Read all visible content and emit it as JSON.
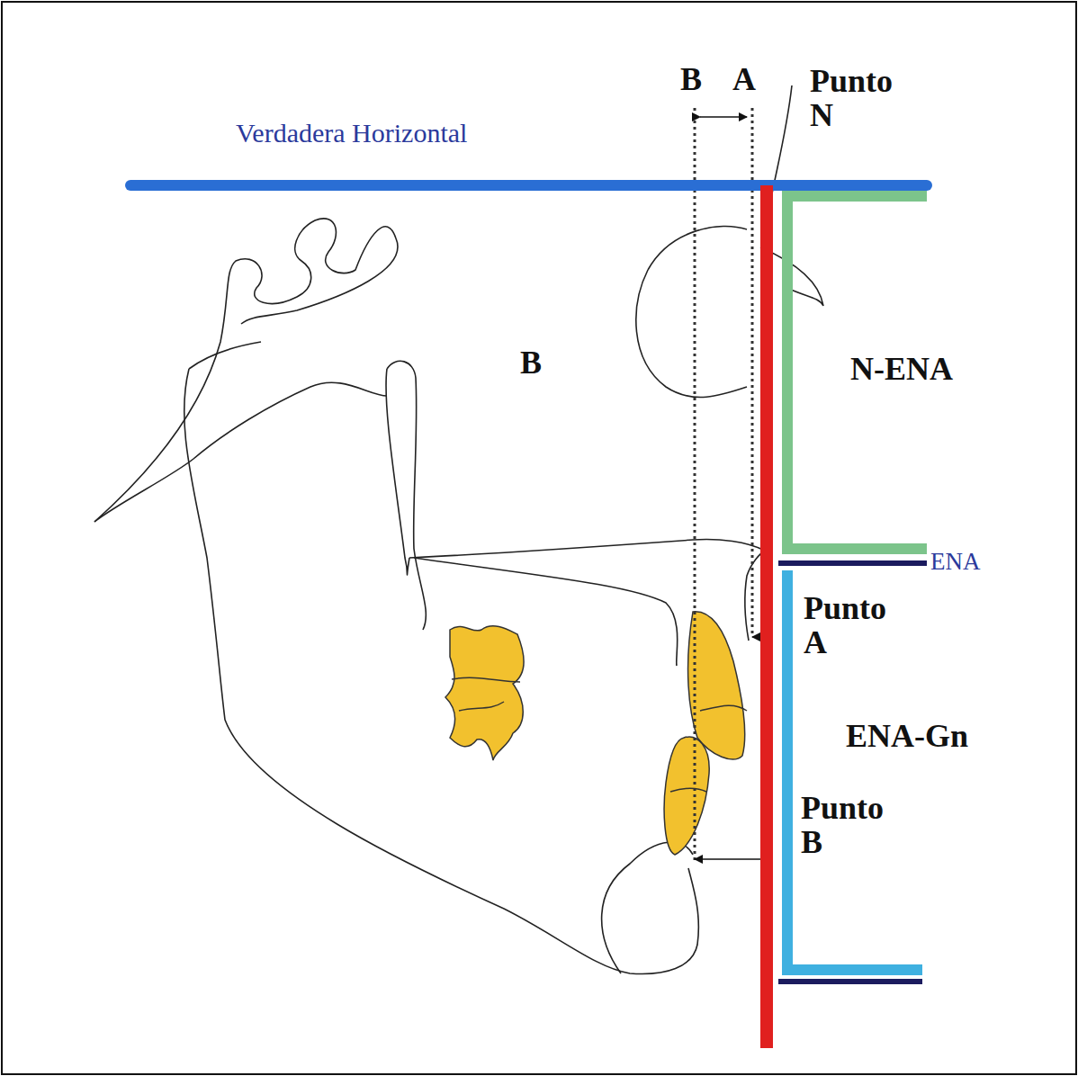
{
  "diagram": {
    "labels": [
      "B",
      "A",
      "Punto N",
      "Verdadera Horizontal",
      "B",
      "N-ENA",
      "ENA",
      "Punto A",
      "ENA-Gn",
      "Punto B"
    ]
  }
}
